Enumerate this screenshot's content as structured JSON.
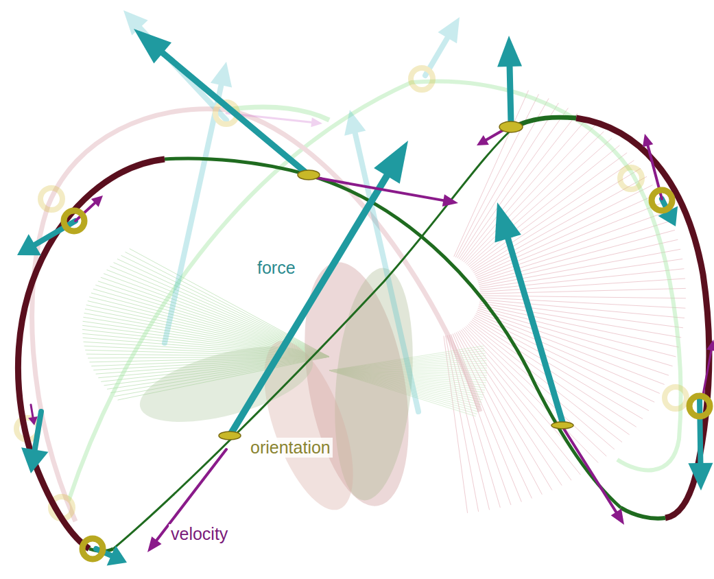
{
  "diagram": {
    "labels": [
      "force",
      "orientation",
      "velocity"
    ]
  }
}
